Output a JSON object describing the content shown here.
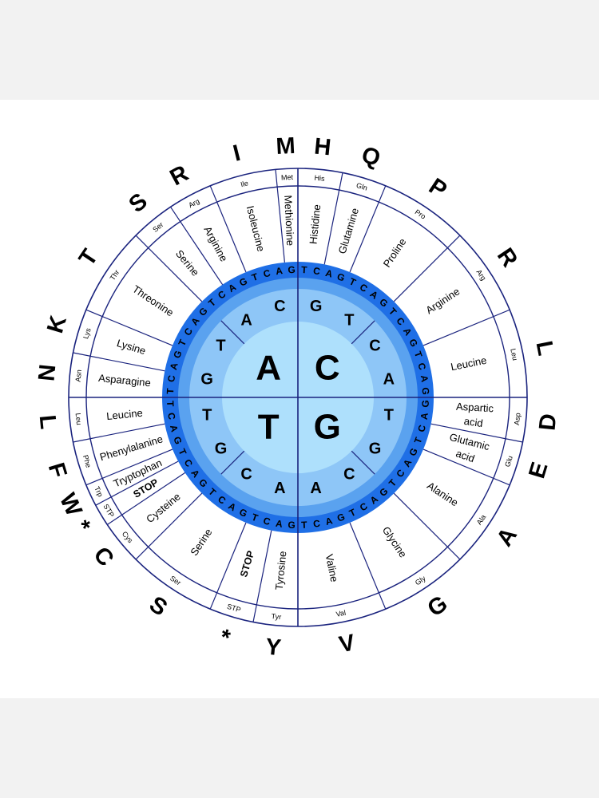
{
  "colors": {
    "ring_bg": "#1f6fe6",
    "ring_mid": "#5aa2ef",
    "ring_inner": "#8ec6f7",
    "center": "#aee0fc",
    "line": "#1a237e",
    "background": "#f2f2f2"
  },
  "center_letters": [
    "A",
    "C",
    "G",
    "T"
  ],
  "inner_ring": [
    [
      "G",
      "T"
    ],
    [
      "A",
      "C"
    ],
    [
      "G",
      "T"
    ],
    [
      "C",
      "A"
    ],
    [
      "T",
      "G"
    ],
    [
      "C",
      "A"
    ],
    [
      "A",
      "C"
    ],
    [
      "G",
      "T"
    ]
  ],
  "outer_ring": [
    [
      "T",
      "C",
      "A",
      "G"
    ],
    [
      "T",
      "C",
      "A",
      "G"
    ],
    [
      "T",
      "C",
      "A",
      "G"
    ],
    [
      "T",
      "C",
      "A",
      "G"
    ],
    [
      "T",
      "C",
      "A",
      "G"
    ],
    [
      "T",
      "C",
      "A",
      "G"
    ],
    [
      "T",
      "C",
      "A",
      "G"
    ],
    [
      "T",
      "C",
      "A",
      "G"
    ],
    [
      "G",
      "A",
      "C",
      "T"
    ],
    [
      "G",
      "A",
      "C",
      "T"
    ],
    [
      "G",
      "A",
      "C",
      "T"
    ],
    [
      "G",
      "A",
      "C",
      "T"
    ],
    [
      "G",
      "A",
      "C",
      "T"
    ],
    [
      "G",
      "A",
      "C",
      "T"
    ],
    [
      "G",
      "A",
      "C",
      "T"
    ],
    [
      "G",
      "A",
      "C",
      "T"
    ]
  ],
  "amino_acids": [
    {
      "name": "Methionine",
      "abbr": "Met",
      "letter": "M"
    },
    {
      "name": "Isoleucine",
      "abbr": "Ile",
      "letter": "I"
    },
    {
      "name": "Arginine",
      "abbr": "Arg",
      "letter": "R"
    },
    {
      "name": "Serine",
      "abbr": "Ser",
      "letter": "S"
    },
    {
      "name": "Threonine",
      "abbr": "Thr",
      "letter": "T"
    },
    {
      "name": "Lysine",
      "abbr": "Lys",
      "letter": "K"
    },
    {
      "name": "Asparagine",
      "abbr": "Asn",
      "letter": "N"
    },
    {
      "name": "Leucine",
      "abbr": "Leu",
      "letter": "L"
    },
    {
      "name": "Phenylalanine",
      "abbr": "Phe",
      "letter": "F"
    },
    {
      "name": "Tryptophan",
      "abbr": "Trp",
      "letter": "W"
    },
    {
      "name": "STOP",
      "abbr": "STP",
      "letter": "*"
    },
    {
      "name": "Cysteine",
      "abbr": "Cys",
      "letter": "C"
    },
    {
      "name": "Serine",
      "abbr": "Ser",
      "letter": "S"
    },
    {
      "name": "STOP",
      "abbr": "STP",
      "letter": "*"
    },
    {
      "name": "Tyrosine",
      "abbr": "Tyr",
      "letter": "Y"
    },
    {
      "name": "Valine",
      "abbr": "Val",
      "letter": "V"
    },
    {
      "name": "Glycine",
      "abbr": "Gly",
      "letter": "G"
    },
    {
      "name": "Alanine",
      "abbr": "Ala",
      "letter": "A"
    },
    {
      "name": "Glutamic acid",
      "abbr": "Glu",
      "letter": "E"
    },
    {
      "name": "Aspartic acid",
      "abbr": "Asp",
      "letter": "D"
    },
    {
      "name": "Leucine",
      "abbr": "Leu",
      "letter": "L"
    },
    {
      "name": "Arginine",
      "abbr": "Arg",
      "letter": "R"
    },
    {
      "name": "Proline",
      "abbr": "Pro",
      "letter": "P"
    },
    {
      "name": "Glutamine",
      "abbr": "Gln",
      "letter": "Q"
    },
    {
      "name": "Histidine",
      "abbr": "His",
      "letter": "H"
    }
  ]
}
